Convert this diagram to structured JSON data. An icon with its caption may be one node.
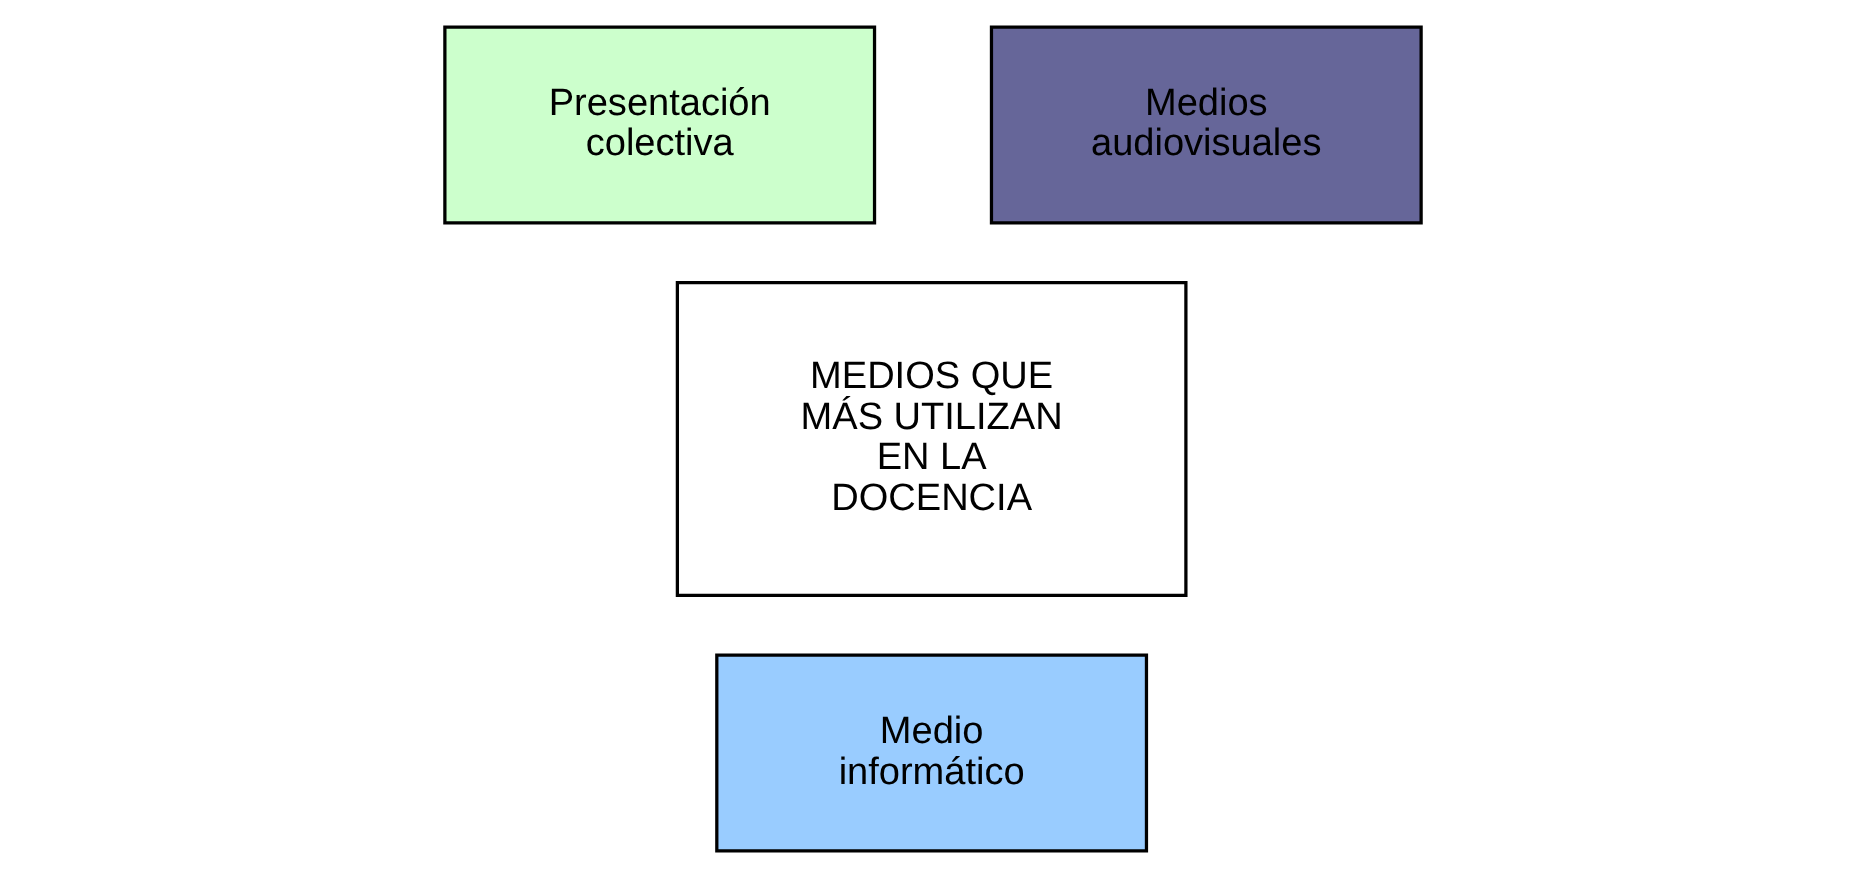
{
  "diagram": {
    "nodes": [
      {
        "text": [
          "Presentación colectiva"
        ]
      },
      {
        "text": [
          "Medios audiovisuales"
        ]
      },
      {
        "text": [
          "MEDIOS QUE MÁS UTILIZAN EN LA DOCENCIA"
        ]
      },
      {
        "text": [
          "Medio informático"
        ]
      }
    ],
    "edges": []
  }
}
